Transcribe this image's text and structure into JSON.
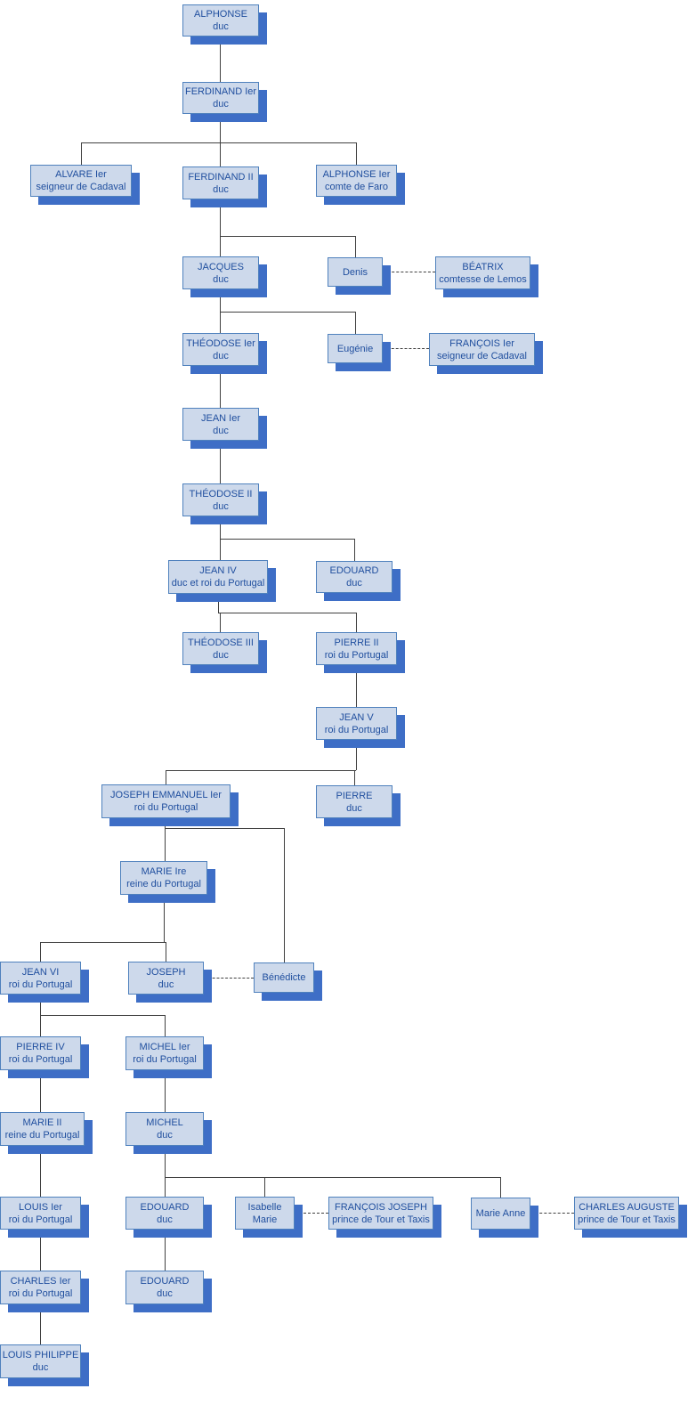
{
  "colors": {
    "box_fill": "#cdd9eb",
    "box_border": "#4f81bd",
    "box_shadow": "#3e6ec6",
    "box_text": "#1f4e9e",
    "connector_line": "#404040",
    "background": "#ffffff"
  },
  "nodes": {
    "alphonse": {
      "name": "ALPHONSE",
      "title": "duc"
    },
    "ferdinand_1": {
      "name": "FERDINAND Ier",
      "title": "duc"
    },
    "alvare_1": {
      "name": "ALVARE Ier",
      "title": "seigneur de Cadaval"
    },
    "ferdinand_2": {
      "name": "FERDINAND II",
      "title": "duc"
    },
    "alphonse_1_faro": {
      "name": "ALPHONSE Ier",
      "title": "comte de Faro"
    },
    "jacques": {
      "name": "JACQUES",
      "title": "duc"
    },
    "denis": {
      "name": "Denis"
    },
    "beatrix": {
      "name": "BÉATRIX",
      "title": "comtesse de Lemos"
    },
    "theodose_1": {
      "name": "THÉODOSE Ier",
      "title": "duc"
    },
    "eugenie": {
      "name": "Eugénie"
    },
    "francois_1": {
      "name": "FRANÇOIS Ier",
      "title": "seigneur de Cadaval"
    },
    "jean_1": {
      "name": "JEAN Ier",
      "title": "duc"
    },
    "theodose_2": {
      "name": "THÉODOSE II",
      "title": "duc"
    },
    "jean_4": {
      "name": "JEAN IV",
      "title": "duc et roi du Portugal"
    },
    "edouard_a": {
      "name": "EDOUARD",
      "title": "duc"
    },
    "theodose_3": {
      "name": "THÉODOSE III",
      "title": "duc"
    },
    "pierre_2": {
      "name": "PIERRE II",
      "title": "roi du Portugal"
    },
    "jean_5": {
      "name": "JEAN V",
      "title": "roi du Portugal"
    },
    "joseph_emmanuel": {
      "name": "JOSEPH EMMANUEL Ier",
      "title": "roi du Portugal"
    },
    "pierre": {
      "name": "PIERRE",
      "title": "duc"
    },
    "marie_1": {
      "name": "MARIE Ire",
      "title": "reine du Portugal"
    },
    "jean_6": {
      "name": "JEAN VI",
      "title": "roi du Portugal"
    },
    "joseph": {
      "name": "JOSEPH",
      "title": "duc"
    },
    "benedicte": {
      "name": "Bénédicte"
    },
    "pierre_4": {
      "name": "PIERRE IV",
      "title": "roi du Portugal"
    },
    "michel_1": {
      "name": "MICHEL Ier",
      "title": "roi du Portugal"
    },
    "marie_2": {
      "name": "MARIE II",
      "title": "reine du Portugal"
    },
    "michel": {
      "name": "MICHEL",
      "title": "duc"
    },
    "louis_1": {
      "name": "LOUIS Ier",
      "title": "roi du Portugal"
    },
    "edouard_b": {
      "name": "EDOUARD",
      "title": "duc"
    },
    "isabelle_marie": {
      "name": "Isabelle",
      "title": "Marie"
    },
    "francois_joseph": {
      "name": "FRANÇOIS JOSEPH",
      "title": "prince de Tour et Taxis"
    },
    "marie_anne": {
      "name": "Marie Anne"
    },
    "charles_auguste": {
      "name": "CHARLES AUGUSTE",
      "title": "prince de Tour et Taxis"
    },
    "charles_1": {
      "name": "CHARLES Ier",
      "title": "roi du Portugal"
    },
    "edouard_c": {
      "name": "EDOUARD",
      "title": "duc"
    },
    "louis_philippe": {
      "name": "LOUIS PHILIPPE",
      "title": "duc"
    }
  },
  "tree": {
    "edges": [
      [
        "alphonse",
        "ferdinand_1"
      ],
      [
        "ferdinand_1",
        "alvare_1"
      ],
      [
        "ferdinand_1",
        "ferdinand_2"
      ],
      [
        "ferdinand_1",
        "alphonse_1_faro"
      ],
      [
        "ferdinand_2",
        "jacques"
      ],
      [
        "ferdinand_2",
        "denis"
      ],
      [
        "jacques",
        "theodose_1"
      ],
      [
        "jacques",
        "eugenie"
      ],
      [
        "theodose_1",
        "jean_1"
      ],
      [
        "jean_1",
        "theodose_2"
      ],
      [
        "theodose_2",
        "jean_4"
      ],
      [
        "theodose_2",
        "edouard_a"
      ],
      [
        "jean_4",
        "theodose_3"
      ],
      [
        "jean_4",
        "pierre_2"
      ],
      [
        "pierre_2",
        "jean_5"
      ],
      [
        "jean_5",
        "joseph_emmanuel"
      ],
      [
        "jean_5",
        "pierre"
      ],
      [
        "joseph_emmanuel",
        "marie_1"
      ],
      [
        "joseph_emmanuel",
        "benedicte"
      ],
      [
        "marie_1",
        "jean_6"
      ],
      [
        "marie_1",
        "joseph"
      ],
      [
        "jean_6",
        "pierre_4"
      ],
      [
        "jean_6",
        "michel_1"
      ],
      [
        "pierre_4",
        "marie_2"
      ],
      [
        "michel_1",
        "michel"
      ],
      [
        "marie_2",
        "louis_1"
      ],
      [
        "michel",
        "edouard_b"
      ],
      [
        "michel",
        "isabelle_marie"
      ],
      [
        "michel",
        "marie_anne"
      ],
      [
        "louis_1",
        "charles_1"
      ],
      [
        "edouard_b",
        "edouard_c"
      ],
      [
        "charles_1",
        "louis_philippe"
      ]
    ],
    "marriages": [
      [
        "denis",
        "beatrix"
      ],
      [
        "eugenie",
        "francois_1"
      ],
      [
        "joseph",
        "benedicte"
      ],
      [
        "isabelle_marie",
        "francois_joseph"
      ],
      [
        "marie_anne",
        "charles_auguste"
      ]
    ]
  }
}
